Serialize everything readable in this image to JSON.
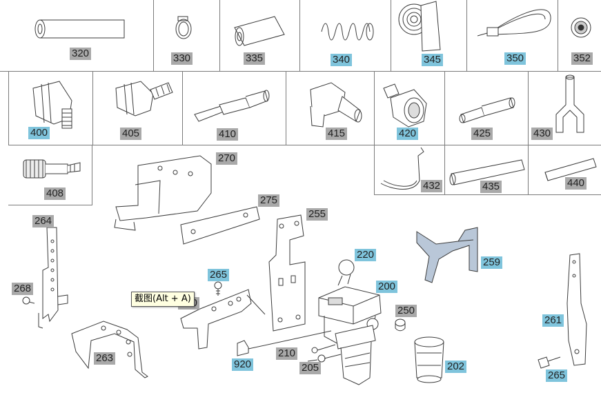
{
  "labels": {
    "p320": "320",
    "p330": "330",
    "p335": "335",
    "p340": "340",
    "p345": "345",
    "p350": "350",
    "p352": "352",
    "p400": "400",
    "p405": "405",
    "p410": "410",
    "p415": "415",
    "p420": "420",
    "p425": "425",
    "p430": "430",
    "p408": "408",
    "p270": "270",
    "p432": "432",
    "p435": "435",
    "p440": "440",
    "p264": "264",
    "p275": "275",
    "p255": "255",
    "p268": "268",
    "p265a": "265",
    "p220": "220",
    "p259": "259",
    "p200": "200",
    "p250": "250",
    "p261": "261",
    "p260": "260",
    "p263": "263",
    "p210": "210",
    "p920": "920",
    "p205": "205",
    "p202": "202",
    "p265b": "265"
  },
  "tooltip": {
    "text": "截图(Alt + A)"
  },
  "colors": {
    "highlight": "#7fc4dc",
    "plain": "#a9a9a9",
    "line": "#7a7a7a",
    "part_blue": "#b9c7d8"
  }
}
